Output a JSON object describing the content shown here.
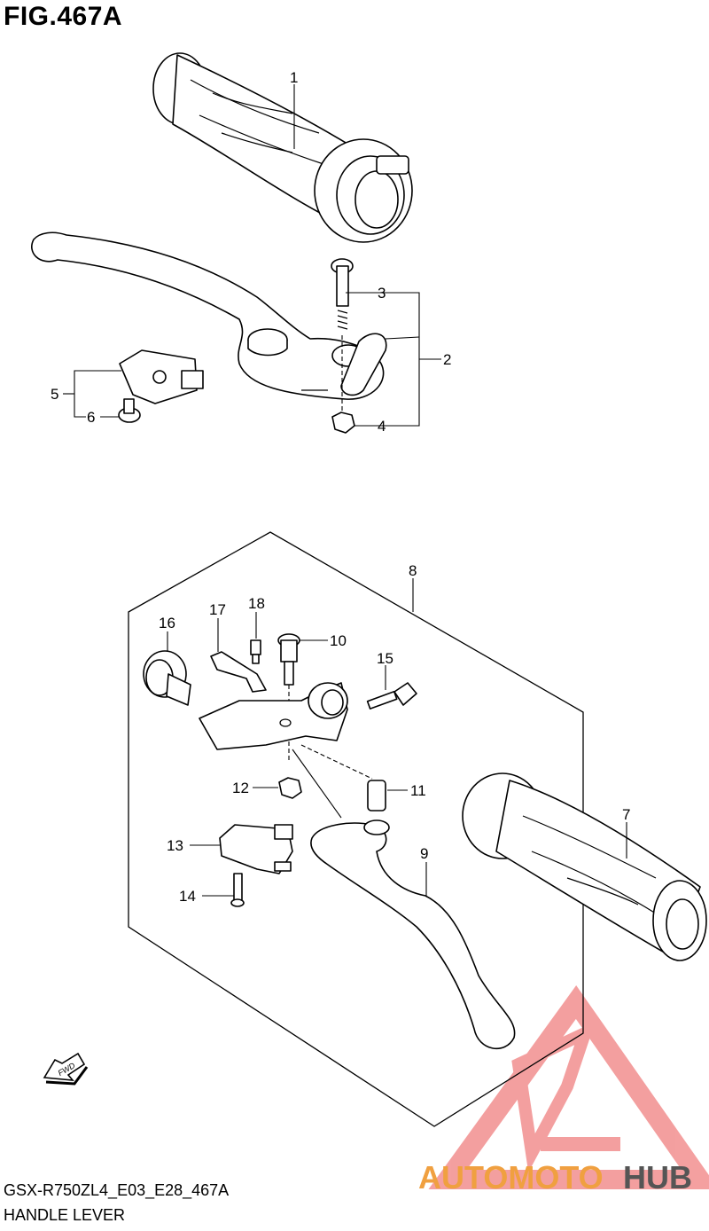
{
  "figure": {
    "title": "FIG.467A",
    "model_code": "GSX-R750ZL4_E03_E28_467A",
    "caption": "HANDLE LEVER"
  },
  "callouts": [
    "1",
    "2",
    "3",
    "4",
    "5",
    "6",
    "7",
    "8",
    "9",
    "10",
    "11",
    "12",
    "13",
    "14",
    "15",
    "16",
    "17",
    "18"
  ],
  "fwd_label": "FWD",
  "watermark": {
    "part1": "AUTOMOTO",
    "part2": "HUB",
    "color_primary": "#f0a040",
    "color_secondary": "#555555",
    "triangle_color": "#f08080"
  }
}
